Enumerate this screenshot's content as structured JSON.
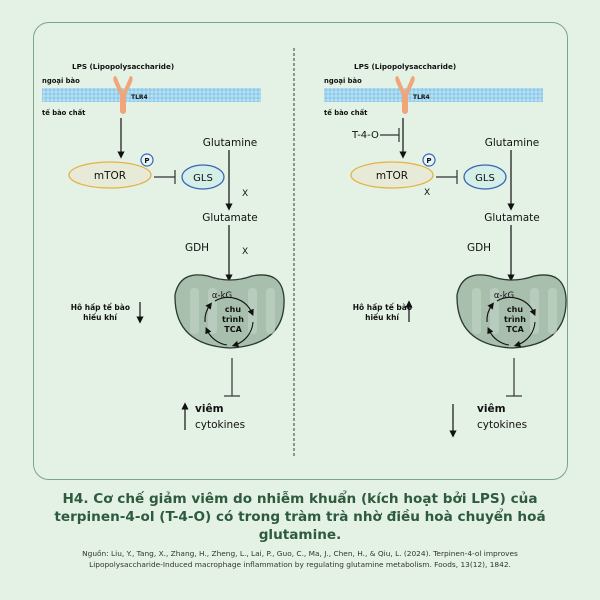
{
  "panels": [
    {
      "id": "left",
      "lps": "LPS (Lipopolysaccharide)",
      "extracellular": "ngoại bào",
      "cytoplasm": "tế bào chất",
      "receptor": "TLR4",
      "inhibitor": null,
      "mtor": "mTOR",
      "phospho": "P",
      "gls": "GLS",
      "glutamine": "Glutamine",
      "glutamate": "Glutamate",
      "gdh": "GDH",
      "block_marks": [
        "X",
        "X"
      ],
      "akg": "α-kG",
      "tca": [
        "chu",
        "trình",
        "TCA"
      ],
      "respiration": [
        "Hô hấp tế bào",
        "hiếu khí"
      ],
      "respiration_direction": "down",
      "inflammation": [
        "viêm",
        "cytokines"
      ],
      "inflammation_direction": "up"
    },
    {
      "id": "right",
      "lps": "LPS (Lipopolysaccharide)",
      "extracellular": "ngoại bào",
      "cytoplasm": "tế bào chất",
      "receptor": "TLR4",
      "inhibitor": "T-4-O",
      "mtor": "mTOR",
      "phospho": "P",
      "gls": "GLS",
      "glutamine": "Glutamine",
      "glutamate": "Glutamate",
      "gdh": "GDH",
      "block_marks": [
        "X"
      ],
      "akg": "α-kG",
      "tca": [
        "chu",
        "trình",
        "TCA"
      ],
      "respiration": [
        "Hô hấp tế bào",
        "hiếu khí"
      ],
      "respiration_direction": "up",
      "inflammation": [
        "viêm",
        "cytokines"
      ],
      "inflammation_direction": "down"
    }
  ],
  "colors": {
    "background": "#e3f2e4",
    "frame": "#7fa38a",
    "membrane": "#9fd4ee",
    "receptor": "#f0a57a",
    "mtor_fill": "#e7ead6",
    "mtor_stroke": "#e6b143",
    "gls_fill": "#d3efe8",
    "gls_stroke": "#3a63b8",
    "mito_fill": "#a9bfae",
    "title": "#2e5a3f"
  },
  "caption": {
    "title": "H4. Cơ chế giảm viêm do nhiễm khuẩn (kích hoạt bởi LPS) của terpinen-4-ol (T-4-O) có trong tràm trà nhờ điều hoà chuyển hoá glutamine.",
    "source": "Nguồn: Liu, Y., Tang, X., Zhang, H., Zheng, L., Lai, P., Guo, C., Ma, J., Chen, H., & Qiu, L. (2024). Terpinen-4-ol improves Lipopolysaccharide-Induced macrophage inflammation by regulating glutamine metabolism. Foods, 13(12), 1842."
  }
}
